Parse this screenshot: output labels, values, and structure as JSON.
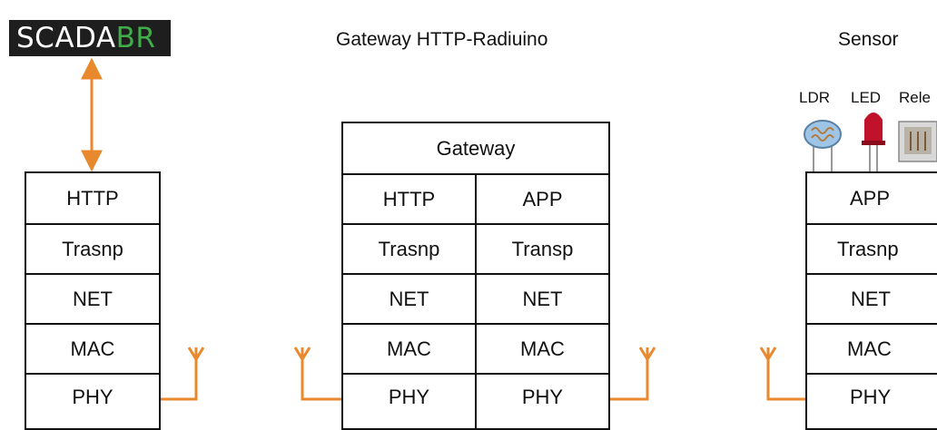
{
  "logo": {
    "text_main": "SCADA",
    "text_accent": "BR"
  },
  "titles": {
    "gateway": "Gateway HTTP-Radiuino",
    "sensor": "Sensor"
  },
  "left_stack": {
    "layers": [
      "HTTP",
      "Trasnp",
      "NET",
      "MAC",
      "PHY"
    ]
  },
  "gateway_stack": {
    "header": "Gateway",
    "rows": [
      [
        "HTTP",
        "APP"
      ],
      [
        "Trasnp",
        "Transp"
      ],
      [
        "NET",
        "NET"
      ],
      [
        "MAC",
        "MAC"
      ],
      [
        "PHY",
        "PHY"
      ]
    ]
  },
  "sensor_stack": {
    "components": [
      "LDR",
      "LED",
      "Rele"
    ],
    "layers": [
      "APP",
      "Trasnp",
      "NET",
      "MAC",
      "PHY"
    ]
  },
  "colors": {
    "link": "#e8892e",
    "logo_bg": "#1e1e1e",
    "logo_accent": "#3fae49",
    "border": "#111111"
  },
  "icons": [
    "antenna-icon",
    "ldr-icon",
    "led-icon",
    "relay-icon"
  ]
}
